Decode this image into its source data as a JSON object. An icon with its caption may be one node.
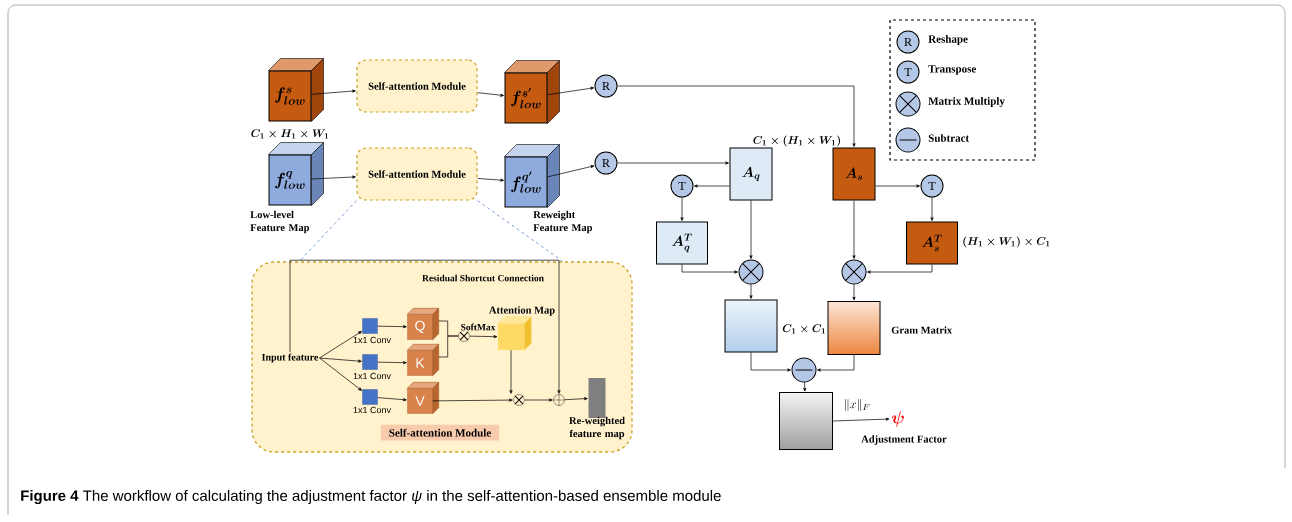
{
  "diagram": {
    "caption": "**Figure 4**  The workflow of calculating the adjustment factor *ψ* in the self-attention-based ensemble module",
    "nodes": [
      {
        "text": [
          "f^{s}_{low}"
        ],
        "beside": [
          "C_1 \\times H_1 \\times W_1"
        ]
      },
      {
        "text": [
          "Self-attention Module"
        ]
      },
      {
        "text": [
          "f^{s'}_{low}"
        ]
      },
      {
        "text": [
          "R"
        ]
      },
      {
        "text": [
          "f^{q}_{low}"
        ],
        "beside": [
          "Low-level Feature Map"
        ]
      },
      {
        "text": [
          "Self-attention Module"
        ]
      },
      {
        "text": [
          "f^{q'}_{low}"
        ],
        "beside": [
          "Reweight Feature Map"
        ]
      },
      {
        "text": [
          "R"
        ]
      },
      {
        "text": [
          "A_q"
        ],
        "beside": [
          "C_1 \\times (H_1 \\times W_1)"
        ]
      },
      {
        "text": [
          "A_s"
        ]
      },
      {
        "text": [
          "T"
        ]
      },
      {
        "text": [
          "T"
        ]
      },
      {
        "text": [
          "A_q^T"
        ]
      },
      {
        "text": [
          "A_s^T"
        ],
        "beside": [
          "(H_1 \\times W_1) \\times C_1"
        ]
      },
      {
        "text": [],
        "shape": "circle"
      },
      {
        "text": [],
        "shape": "circle"
      },
      {
        "text": [],
        "shape": "box",
        "beside": [
          "C_1 \\times C_1"
        ]
      },
      {
        "text": [],
        "shape": "box",
        "beside": [
          "Gram Matrix"
        ]
      },
      {
        "text": [],
        "shape": "circle"
      },
      {
        "text": [],
        "shape": "box"
      },
      {
        "text": [
          "\\psi"
        ],
        "beside": [
          "Adjustment Factor"
        ]
      },
      {
        "text": [
          "Self-attention Module"
        ]
      },
      {
        "text": [
          "Input feature"
        ],
        "in": 21
      },
      {
        "text": [],
        "shape": "box",
        "beside": [
          "1x1 Conv"
        ],
        "in": 21
      },
      {
        "text": [],
        "shape": "box",
        "beside": [
          "1x1 Conv"
        ],
        "in": 21
      },
      {
        "text": [],
        "shape": "box",
        "beside": [
          "1x1 Conv"
        ],
        "in": 21
      },
      {
        "text": [
          "Q"
        ],
        "in": 21
      },
      {
        "text": [
          "K"
        ],
        "in": 21
      },
      {
        "text": [
          "V"
        ],
        "in": 21
      },
      {
        "text": [],
        "shape": "circle",
        "in": 21
      },
      {
        "text": [],
        "shape": "box",
        "beside": [
          "Attention Map"
        ],
        "in": 21
      },
      {
        "text": [],
        "shape": "circle",
        "in": 21
      },
      {
        "text": [],
        "shape": "circle",
        "in": 21
      },
      {
        "text": [],
        "shape": "bar",
        "beside": [
          "Re-weighted feature map"
        ],
        "in": 21
      }
    ],
    "edges": [
      {
        "from": 0,
        "to": 1,
        "arrow": "to"
      },
      {
        "from": 1,
        "to": 2,
        "arrow": "to"
      },
      {
        "from": 2,
        "to": 3,
        "arrow": "to"
      },
      {
        "from": 3,
        "to": 9,
        "arrow": "to"
      },
      {
        "from": 4,
        "to": 5,
        "arrow": "to"
      },
      {
        "from": 5,
        "to": 6,
        "arrow": "to"
      },
      {
        "from": 6,
        "to": 7,
        "arrow": "to"
      },
      {
        "from": 7,
        "to": 8,
        "arrow": "to"
      },
      {
        "from": 8,
        "to": 10,
        "arrow": "to"
      },
      {
        "from": 10,
        "to": 12,
        "arrow": "to"
      },
      {
        "from": 8,
        "to": 14,
        "arrow": "to"
      },
      {
        "from": 12,
        "to": 14,
        "arrow": "to"
      },
      {
        "from": 9,
        "to": 11,
        "arrow": "to"
      },
      {
        "from": 11,
        "to": 13,
        "arrow": "to"
      },
      {
        "from": 9,
        "to": 15,
        "arrow": "to"
      },
      {
        "from": 13,
        "to": 15,
        "arrow": "to"
      },
      {
        "from": 14,
        "to": 16,
        "arrow": "to"
      },
      {
        "from": 15,
        "to": 17,
        "arrow": "to"
      },
      {
        "from": 16,
        "to": 18,
        "arrow": "to"
      },
      {
        "from": 17,
        "to": 18,
        "arrow": "to"
      },
      {
        "from": 18,
        "to": 19,
        "arrow": "to"
      },
      {
        "from": 19,
        "to": 20,
        "arrow": "to",
        "label": "\\|x\\|_F"
      },
      {
        "from": 5,
        "to": 21,
        "arrow": "none",
        "style": "dashed",
        "color": "#4472c4"
      },
      {
        "from": 5,
        "to": 21,
        "arrow": "none",
        "style": "dashed",
        "color": "#4472c4"
      },
      {
        "from": 22,
        "to": 23,
        "arrow": "to"
      },
      {
        "from": 22,
        "to": 24,
        "arrow": "to"
      },
      {
        "from": 22,
        "to": 25,
        "arrow": "to"
      },
      {
        "from": 23,
        "to": 26,
        "arrow": "to"
      },
      {
        "from": 24,
        "to": 27,
        "arrow": "to"
      },
      {
        "from": 25,
        "to": 28,
        "arrow": "to"
      },
      {
        "from": 26,
        "to": 29,
        "arrow": "none"
      },
      {
        "from": 27,
        "to": 29,
        "arrow": "none"
      },
      {
        "from": 29,
        "to": 30,
        "arrow": "to",
        "label": "SoftMax"
      },
      {
        "from": 30,
        "to": 31,
        "arrow": "to"
      },
      {
        "from": 28,
        "to": 31,
        "arrow": "to"
      },
      {
        "from": 31,
        "to": 32,
        "arrow": "to"
      },
      {
        "from": 32,
        "to": 33,
        "arrow": "to"
      },
      {
        "from": 22,
        "to": 32,
        "arrow": "to",
        "label": "Residual Shortcut Connection"
      }
    ],
    "labels": [
      "R",
      "T"
    ],
    "legend": [
      {
        "text": "Reshape"
      },
      {
        "text": "Transpose"
      },
      {
        "text": "Matrix Multiply"
      },
      {
        "text": "Subtract"
      }
    ]
  }
}
